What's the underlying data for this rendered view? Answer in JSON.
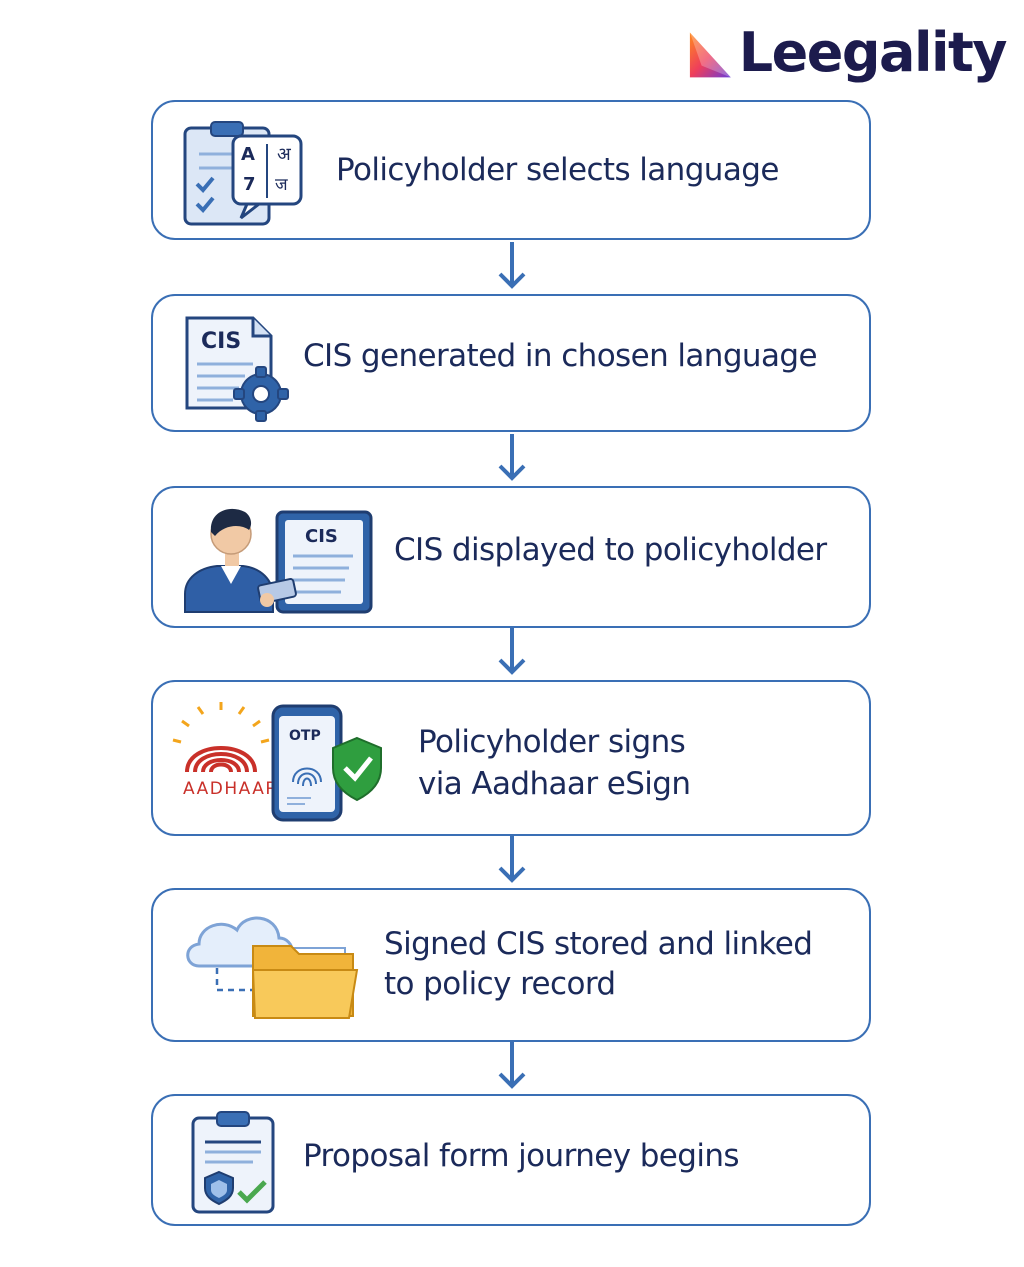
{
  "brand": {
    "name": "Leegality"
  },
  "steps": [
    {
      "label": "Policyholder selects language",
      "icon": "language-selection-icon"
    },
    {
      "label": "CIS generated in chosen language",
      "icon": "cis-document-gear-icon",
      "doc_tag": "CIS"
    },
    {
      "label": "CIS displayed to policyholder",
      "icon": "person-viewing-cis-icon",
      "doc_tag": "CIS"
    },
    {
      "label_lines": [
        "Policyholder signs",
        "via Aadhaar eSign"
      ],
      "icon": "aadhaar-otp-esign-icon",
      "otp_tag": "OTP",
      "aadhaar_word": "AADHAAR"
    },
    {
      "label_lines": [
        "Signed CIS stored and linked",
        "to policy record"
      ],
      "icon": "cloud-folder-storage-icon"
    },
    {
      "label": "Proposal form journey begins",
      "icon": "proposal-clipboard-icon"
    }
  ],
  "colors": {
    "border": "#3a6fb5",
    "arrow": "#3a6fb5",
    "text": "#1b2a5a",
    "brand_text": "#1c1b4d"
  }
}
